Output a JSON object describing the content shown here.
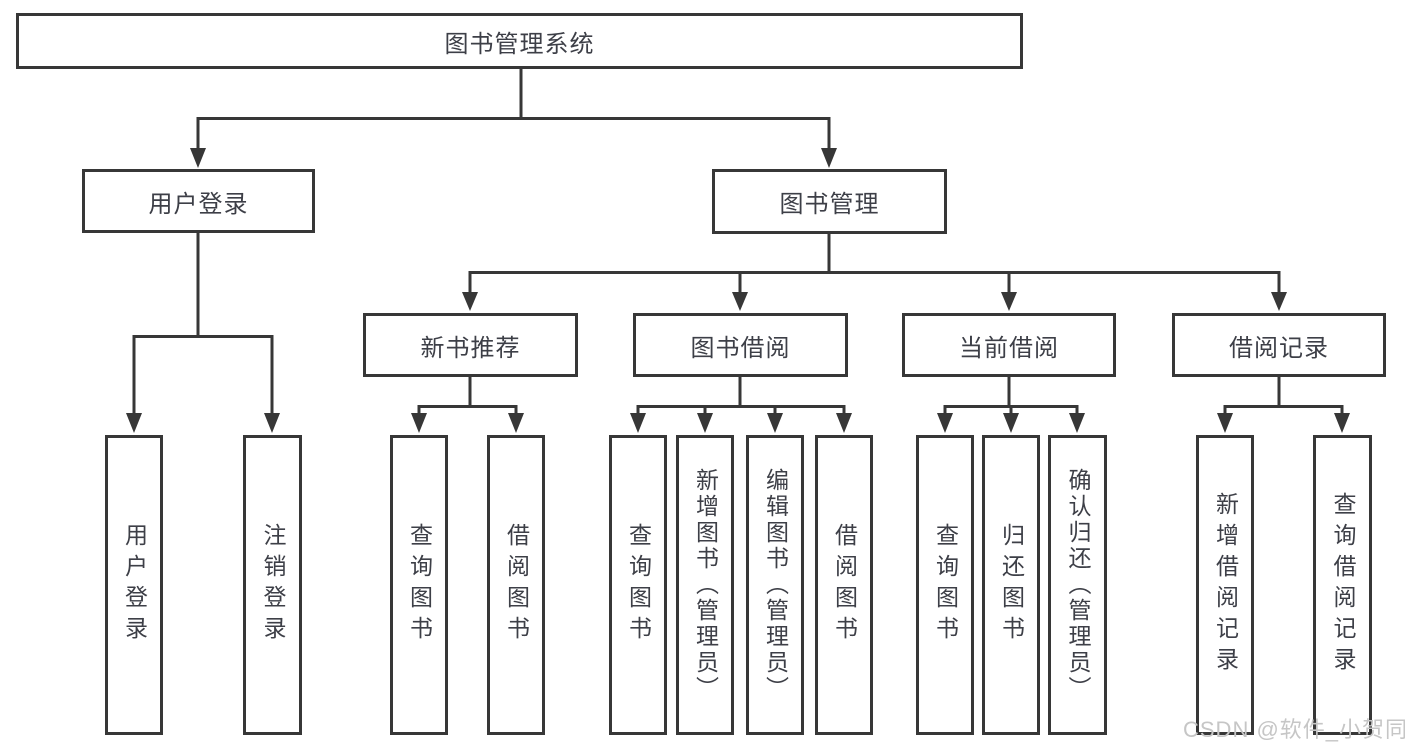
{
  "tree": {
    "label": "图书管理系统",
    "children": [
      {
        "label": "用户登录",
        "children": [
          {
            "label": "用户登录"
          },
          {
            "label": "注销登录"
          }
        ]
      },
      {
        "label": "图书管理",
        "children": [
          {
            "label": "新书推荐",
            "children": [
              {
                "label": "查询图书"
              },
              {
                "label": "借阅图书"
              }
            ]
          },
          {
            "label": "图书借阅",
            "children": [
              {
                "label": "查询图书"
              },
              {
                "label": "新增图书（管理员）"
              },
              {
                "label": "编辑图书（管理员）"
              },
              {
                "label": "借阅图书"
              }
            ]
          },
          {
            "label": "当前借阅",
            "children": [
              {
                "label": "查询图书"
              },
              {
                "label": "归还图书"
              },
              {
                "label": "确认归还（管理员）"
              }
            ]
          },
          {
            "label": "借阅记录",
            "children": [
              {
                "label": "新增借阅记录"
              },
              {
                "label": "查询借阅记录"
              }
            ]
          }
        ]
      }
    ]
  },
  "watermark": "CSDN @软件_小贺同学",
  "colors": {
    "line": "#373737",
    "text": "#3d3f47",
    "watermark": "#c6c6c6",
    "background": "#ffffff"
  }
}
